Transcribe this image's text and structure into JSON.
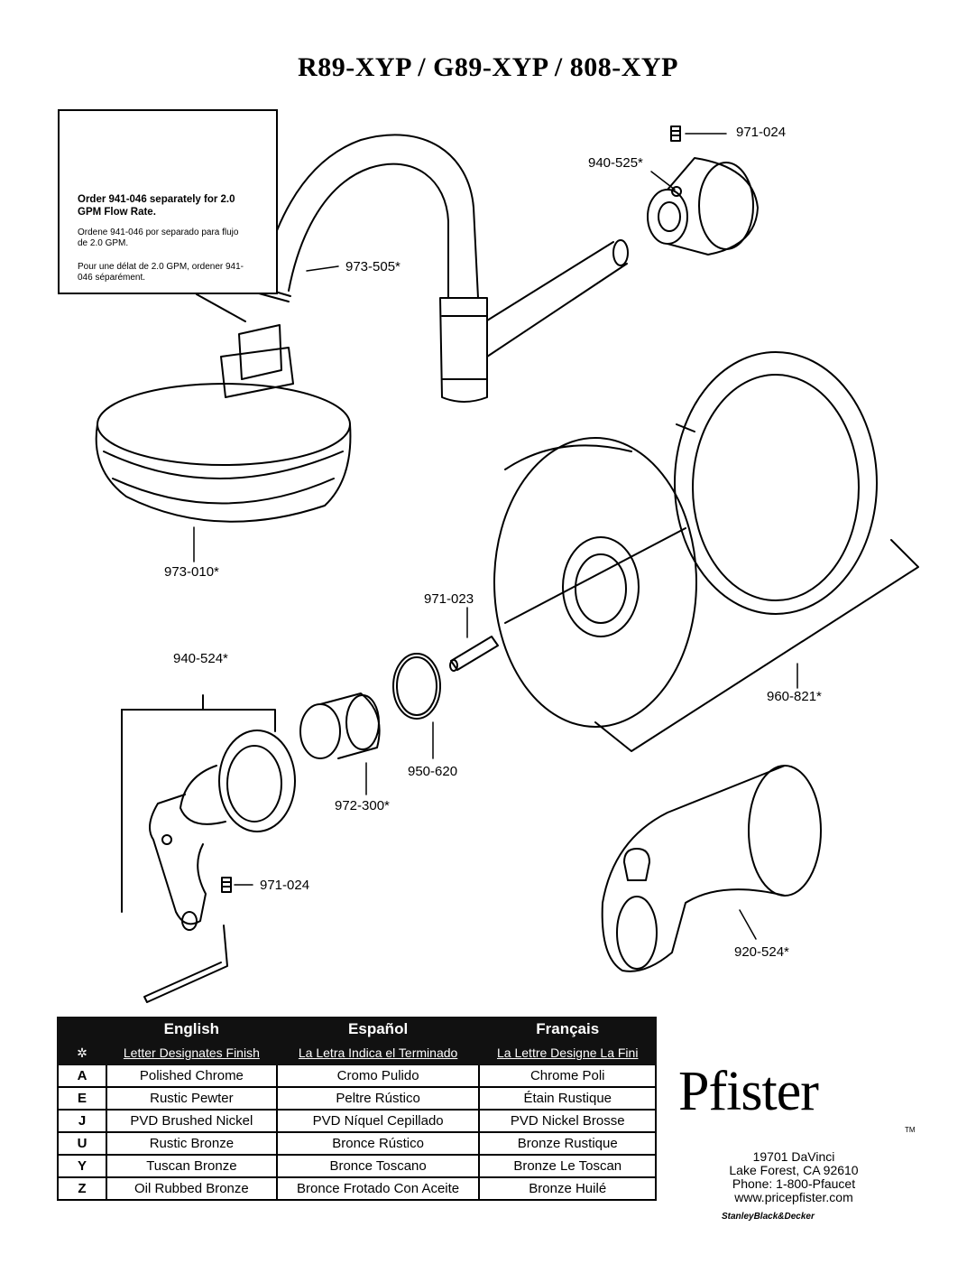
{
  "title": "R89-XYP / G89-XYP / 808-XYP",
  "callout": {
    "line_en": "Order 941-046 separately for 2.0 GPM  Flow Rate.",
    "line_es": "Ordene 941-046 por separado para flujo de 2.0 GPM.",
    "line_fr": "Pour une délat de 2.0 GPM, ordener 941-046 séparément."
  },
  "parts": {
    "p971_024_top": "971-024",
    "p940_525": "940-525*",
    "p973_505": "973-505*",
    "p973_010": "973-010*",
    "p971_023": "971-023",
    "p940_524": "940-524*",
    "p960_821": "960-821*",
    "p950_620": "950-620",
    "p972_300": "972-300*",
    "p971_024_bottom": "971-024",
    "p920_524": "920-524*"
  },
  "finish_table": {
    "headers": [
      "English",
      "Español",
      "Français"
    ],
    "symbol": "✲",
    "subheaders": [
      "Letter Designates Finish",
      "La Letra Indica el Terminado",
      "La Lettre Designe La Fini"
    ],
    "rows": [
      {
        "code": "A",
        "en": "Polished Chrome",
        "es": "Cromo Pulido",
        "fr": "Chrome Poli"
      },
      {
        "code": "E",
        "en": "Rustic Pewter",
        "es": "Peltre Rústico",
        "fr": "Étain Rustique"
      },
      {
        "code": "J",
        "en": "PVD Brushed Nickel",
        "es": "PVD Níquel Cepillado",
        "fr": "PVD Nickel Brosse"
      },
      {
        "code": "U",
        "en": "Rustic Bronze",
        "es": "Bronce Rústico",
        "fr": "Bronze Rustique"
      },
      {
        "code": "Y",
        "en": "Tuscan Bronze",
        "es": "Bronce Toscano",
        "fr": "Bronze Le Toscan"
      },
      {
        "code": "Z",
        "en": "Oil Rubbed Bronze",
        "es": "Bronce Frotado Con Aceite",
        "fr": "Bronze Huilé"
      }
    ]
  },
  "brand": {
    "name": "Pfister",
    "tm": "TM",
    "address_line1": "19701 DaVinci",
    "address_line2": "Lake Forest, CA 92610",
    "phone": "Phone: 1-800-Pfaucet",
    "website": "www.pricepfister.com",
    "parent_company": "StanleyBlack&Decker"
  }
}
